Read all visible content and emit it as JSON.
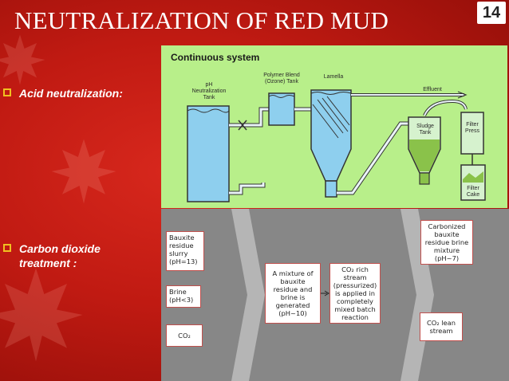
{
  "slide": {
    "title": "NEUTRALIZATION OF RED MUD",
    "page_number": "14",
    "bullets": [
      {
        "label": "Acid neutralization:"
      },
      {
        "label": "Carbon dioxide treatment :"
      }
    ]
  },
  "diagram": {
    "title": "Continuous system",
    "labels": {
      "ph_tank": "pH Neutralization Tank",
      "polymer": "Polymer Blend (Ozone) Tank",
      "lamella": "Lamella",
      "effluent": "Effluent",
      "sludge": "Sludge Tank",
      "filter_press": "Filter Press",
      "filter_cake": "Filter Cake"
    }
  },
  "flowchart": {
    "inputs": [
      {
        "text": "Bauxite residue slurry (pH=13)"
      },
      {
        "text": "Brine (pH<3)"
      },
      {
        "text": "CO₂"
      }
    ],
    "process": [
      {
        "text": "A mixture of bauxite residue and brine is generated (pH~10)"
      },
      {
        "text": "CO₂ rich stream (pressurized) is applied in completely mixed batch reaction"
      }
    ],
    "outputs": [
      {
        "text": "Carbonized bauxite residue brine mixture (pH~7)"
      },
      {
        "text": "CO₂ lean stream"
      }
    ]
  },
  "colors": {
    "background": "#c01a12",
    "diagram_bg": "#b8ef8a",
    "flow_bg": "#b5b5b5",
    "box_border": "#c0504d",
    "bullet_mark": "#f0c020"
  }
}
